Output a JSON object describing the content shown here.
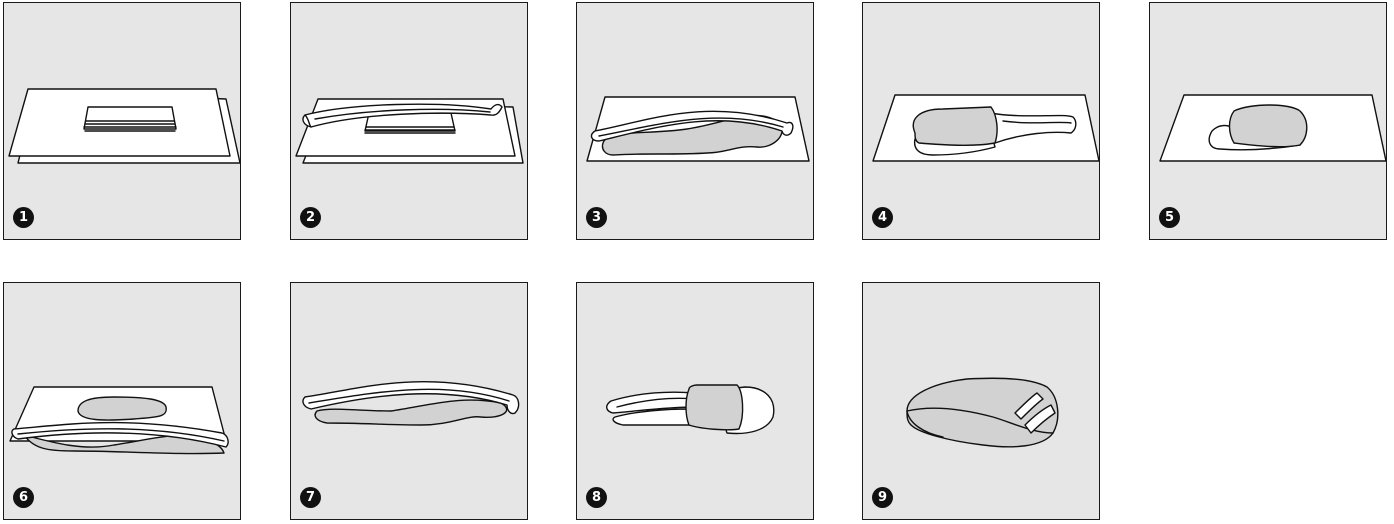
{
  "steps": [
    {
      "number": "1"
    },
    {
      "number": "2"
    },
    {
      "number": "3"
    },
    {
      "number": "4"
    },
    {
      "number": "5"
    },
    {
      "number": "6"
    },
    {
      "number": "7"
    },
    {
      "number": "8"
    },
    {
      "number": "9"
    }
  ],
  "colors": {
    "panel_background": "#e6e6e6",
    "border": "#1a1a1a",
    "paper": "#ffffff",
    "filling": "#d2d2d2",
    "badge": "#111111"
  }
}
